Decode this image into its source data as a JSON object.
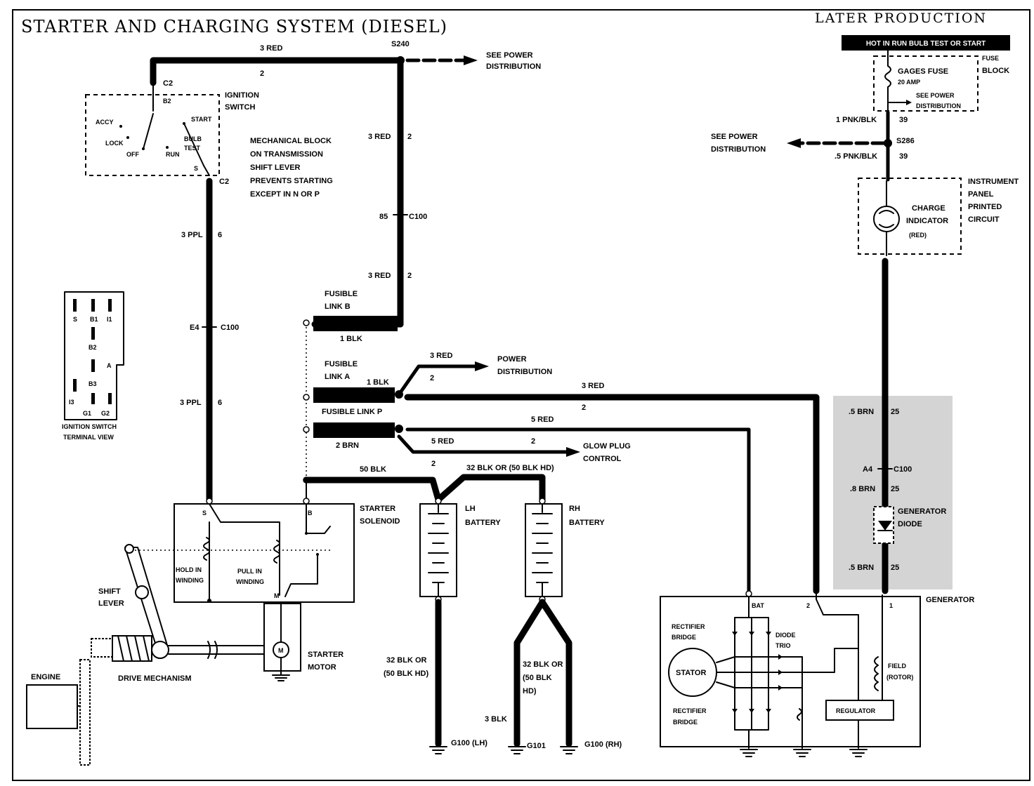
{
  "title": "STARTER AND CHARGING SYSTEM (DIESEL)",
  "subtitle": "LATER PRODUCTION",
  "hot_banner": "HOT IN RUN BULB TEST OR START",
  "labels": {
    "s240": "S240",
    "see_power_distribution_1": "SEE POWER",
    "see_power_distribution_2": "DISTRIBUTION",
    "red3_top": "3 RED",
    "num2": "2",
    "c2_top": "C2",
    "b2": "B2",
    "ignition_switch_1": "IGNITION",
    "ignition_switch_2": "SWITCH",
    "accy": "ACCY",
    "lock": "LOCK",
    "off": "OFF",
    "start": "START",
    "bulb": "BULB",
    "test": "TEST",
    "run": "RUN",
    "s": "S",
    "c2_bottom": "C2",
    "mech_1": "MECHANICAL BLOCK",
    "mech_2": "ON TRANSMISSION",
    "mech_3": "SHIFT LEVER",
    "mech_4": "PREVENTS STARTING",
    "mech_5": "EXCEPT IN N OR P",
    "red3_mid": "3 RED",
    "num85": "85",
    "c100_a": "C100",
    "red3_low": "3 RED",
    "ppl3_a": "3 PPL",
    "num6": "6",
    "e4": "E4",
    "c100_b": "C100",
    "ppl3_b": "3 PPL",
    "fusible_b_1": "FUSIBLE",
    "fusible_b_2": "LINK B",
    "blk1": "1 BLK",
    "fusible_a_1": "FUSIBLE",
    "fusible_a_2": "LINK A",
    "blk1_a": "1 BLK",
    "red3_pd": "3 RED",
    "power_1": "POWER",
    "power_2": "DISTRIBUTION",
    "red3_gen": "3 RED",
    "fusible_p": "FUSIBLE LINK P",
    "brn2": "2 BRN",
    "red5_gen": "5 RED",
    "red5_glow": "5 RED",
    "glow_1": "GLOW PLUG",
    "glow_2": "CONTROL",
    "blk50": "50 BLK",
    "blk32_hd": "32 BLK OR (50 BLK HD)",
    "starter_sol_1": "STARTER",
    "starter_sol_2": "SOLENOID",
    "lh_batt_1": "LH",
    "lh_batt_2": "BATTERY",
    "rh_batt_1": "RH",
    "rh_batt_2": "BATTERY",
    "hold_1": "HOLD IN",
    "hold_2": "WINDING",
    "pull_1": "PULL IN",
    "pull_2": "WINDING",
    "m": "M",
    "b": "B",
    "shift_1": "SHIFT",
    "shift_2": "LEVER",
    "starter_motor_1": "STARTER",
    "starter_motor_2": "MOTOR",
    "engine": "ENGINE",
    "drive": "DRIVE MECHANISM",
    "lh_gnd_1": "32 BLK OR",
    "lh_gnd_2": "(50 BLK HD)",
    "rh_gnd_1": "32 BLK OR",
    "rh_gnd_2": "(50 BLK",
    "rh_gnd_3": "HD)",
    "blk3": "3 BLK",
    "g100_lh": "G100 (LH)",
    "g101": "G101",
    "g100_rh": "G100 (RH)",
    "ign_view_1": "IGNITION SWITCH",
    "ign_view_2": "TERMINAL VIEW",
    "term_s": "S",
    "term_b1": "B1",
    "term_i1": "I1",
    "term_b2": "B2",
    "term_a": "A",
    "term_b3": "B3",
    "term_i3": "I3",
    "term_g1": "G1",
    "term_g2": "G2",
    "gages_fuse": "GAGES FUSE",
    "amp20": "20 AMP",
    "see_pd_fuse_1": "SEE POWER",
    "see_pd_fuse_2": "DISTRIBUTION",
    "fuse_block_1": "FUSE",
    "fuse_block_2": "BLOCK",
    "pnk_blk_1": "1 PNK/BLK",
    "num39": "39",
    "s286": "S286",
    "pnk_blk_5": ".5 PNK/BLK",
    "see_pd_left_1": "SEE POWER",
    "see_pd_left_2": "DISTRIBUTION",
    "ip_1": "INSTRUMENT",
    "ip_2": "PANEL",
    "ip_3": "PRINTED",
    "ip_4": "CIRCUIT",
    "charge_1": "CHARGE",
    "charge_2": "INDICATOR",
    "charge_3": "(RED)",
    "brn5_a": ".5 BRN",
    "num25": "25",
    "a4": "A4",
    "c100_c": "C100",
    "brn8": ".8 BRN",
    "gen_diode_1": "GENERATOR",
    "gen_diode_2": "DIODE",
    "brn5_b": ".5 BRN",
    "generator": "GENERATOR",
    "bat": "BAT",
    "num1": "1",
    "rect_1a": "RECTIFIER",
    "rect_1b": "BRIDGE",
    "diode_trio_1": "DIODE",
    "diode_trio_2": "TRIO",
    "stator": "STATOR",
    "field_1": "FIELD",
    "field_2": "(ROTOR)",
    "rect_2a": "RECTIFIER",
    "rect_2b": "BRIDGE",
    "regulator": "REGULATOR"
  }
}
